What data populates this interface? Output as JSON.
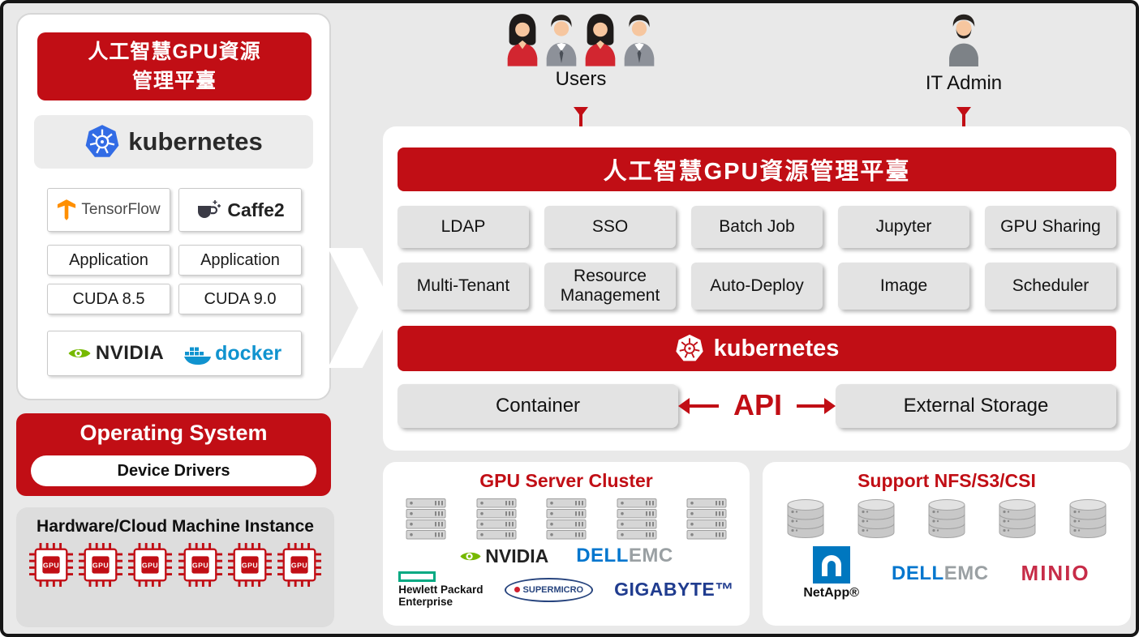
{
  "colors": {
    "red": "#c10e15",
    "kubernetes_blue": "#326ce5",
    "nvidia_green": "#76b900",
    "docker_blue": "#1093cf",
    "dell_blue": "#0076ce",
    "hpe_green": "#01a982",
    "netapp_blue": "#0077bf",
    "gigabyte_blue": "#203c8f",
    "minio_red": "#c72c48",
    "tensorflow_orange": "#ff8f00"
  },
  "left_stack": {
    "banner": {
      "line1": "人工智慧GPU資源",
      "line2": "管理平臺"
    },
    "kubernetes_label": "kubernetes",
    "columns": [
      {
        "framework": "TensorFlow",
        "layer": "Application",
        "cuda": "CUDA 8.5"
      },
      {
        "framework": "Caffe2",
        "layer": "Application",
        "cuda": "CUDA 9.0"
      }
    ],
    "vendor_bar": {
      "nvidia": "NVIDIA",
      "docker": "docker"
    },
    "os": {
      "title": "Operating System",
      "device_drivers": "Device Drivers"
    },
    "hardware": {
      "title": "Hardware/Cloud Machine Instance",
      "gpu_label": "GPU"
    }
  },
  "actors": {
    "users": "Users",
    "it_admin": "IT Admin"
  },
  "platform": {
    "title": "人工智慧GPU資源管理平臺",
    "features_row1": [
      "LDAP",
      "SSO",
      "Batch Job",
      "Jupyter",
      "GPU Sharing"
    ],
    "features_row2": [
      "Multi-Tenant",
      "Resource Management",
      "Auto-Deploy",
      "Image",
      "Scheduler"
    ],
    "kubernetes_label": "kubernetes",
    "container_label": "Container",
    "api_label": "API",
    "external_storage_label": "External Storage"
  },
  "gpu_cluster": {
    "title": "GPU Server Cluster",
    "logos": {
      "nvidia": "NVIDIA",
      "dell": "DELL",
      "emc": "EMC",
      "hpe_line1": "Hewlett Packard",
      "hpe_line2": "Enterprise",
      "supermicro": "SUPERMICRO",
      "gigabyte": "GIGABYTE™"
    }
  },
  "storage_cluster": {
    "title": "Support NFS/S3/CSI",
    "logos": {
      "netapp": "NetApp®",
      "dell": "DELL",
      "emc": "EMC",
      "minio": "MINIO"
    }
  }
}
